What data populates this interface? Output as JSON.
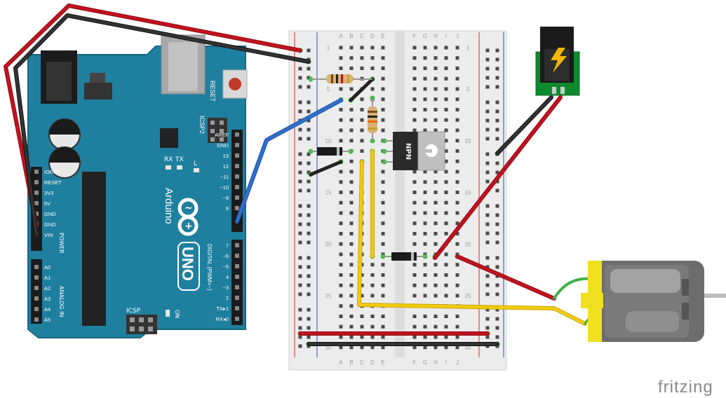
{
  "arduino": {
    "brand": "Arduino",
    "model": "UNO",
    "reset_label": "RESET",
    "icsp2_label": "ICSP2",
    "icsp_label": "ICSP",
    "tx_label": "TX",
    "rx_label": "RX",
    "l_label": "L",
    "on_label": "ON",
    "digital_label": "DIGITAL (PWM=~)",
    "power_label": "POWER",
    "analog_label": "ANALOG IN",
    "digital_pins_top": [
      "AREF",
      "GND",
      "13",
      "12",
      "~11",
      "~10",
      "~9",
      "8"
    ],
    "digital_pins_bottom": [
      "7",
      "~6",
      "~5",
      "4",
      "~3",
      "2",
      "TX▸1",
      "RX◂0"
    ],
    "power_pins": [
      "IOREF",
      "RESET",
      "3V3",
      "5V",
      "GND",
      "GND",
      "VIN"
    ],
    "analog_pins": [
      "A0",
      "A1",
      "A2",
      "A3",
      "A4",
      "A5"
    ]
  },
  "breadboard": {
    "columns_left": [
      "A",
      "B",
      "C",
      "D",
      "E"
    ],
    "columns_right": [
      "F",
      "G",
      "H",
      "I",
      "J"
    ],
    "row_numbers": [
      "1",
      "5",
      "10",
      "15",
      "20",
      "25",
      "30"
    ]
  },
  "components": {
    "transistor_label": "NPN",
    "power_jack_icon": "lightning-bolt-icon",
    "motor_icon": "dc-motor-icon"
  },
  "watermark": "fritzing",
  "colors": {
    "board_blue": "#1f7f9f",
    "wire_red": "#c1121f",
    "wire_black": "#222222",
    "wire_blue": "#2f6fcf",
    "wire_yellow": "#f2cc0c",
    "wire_green": "#3fb04a",
    "breadboard": "#ececec"
  }
}
